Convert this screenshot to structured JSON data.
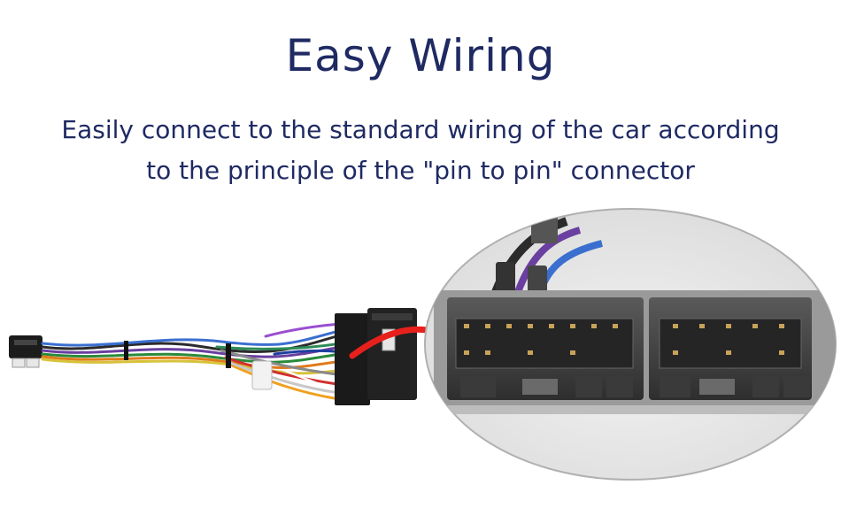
{
  "header": {
    "title": "Easy Wiring",
    "subtitle_line1": "Easily connect to the standard wiring of the car according",
    "subtitle_line2": "to the principle of the \"pin to pin\" connector"
  },
  "colors": {
    "heading": "#1f2a63",
    "arrow": "#e8201c"
  }
}
